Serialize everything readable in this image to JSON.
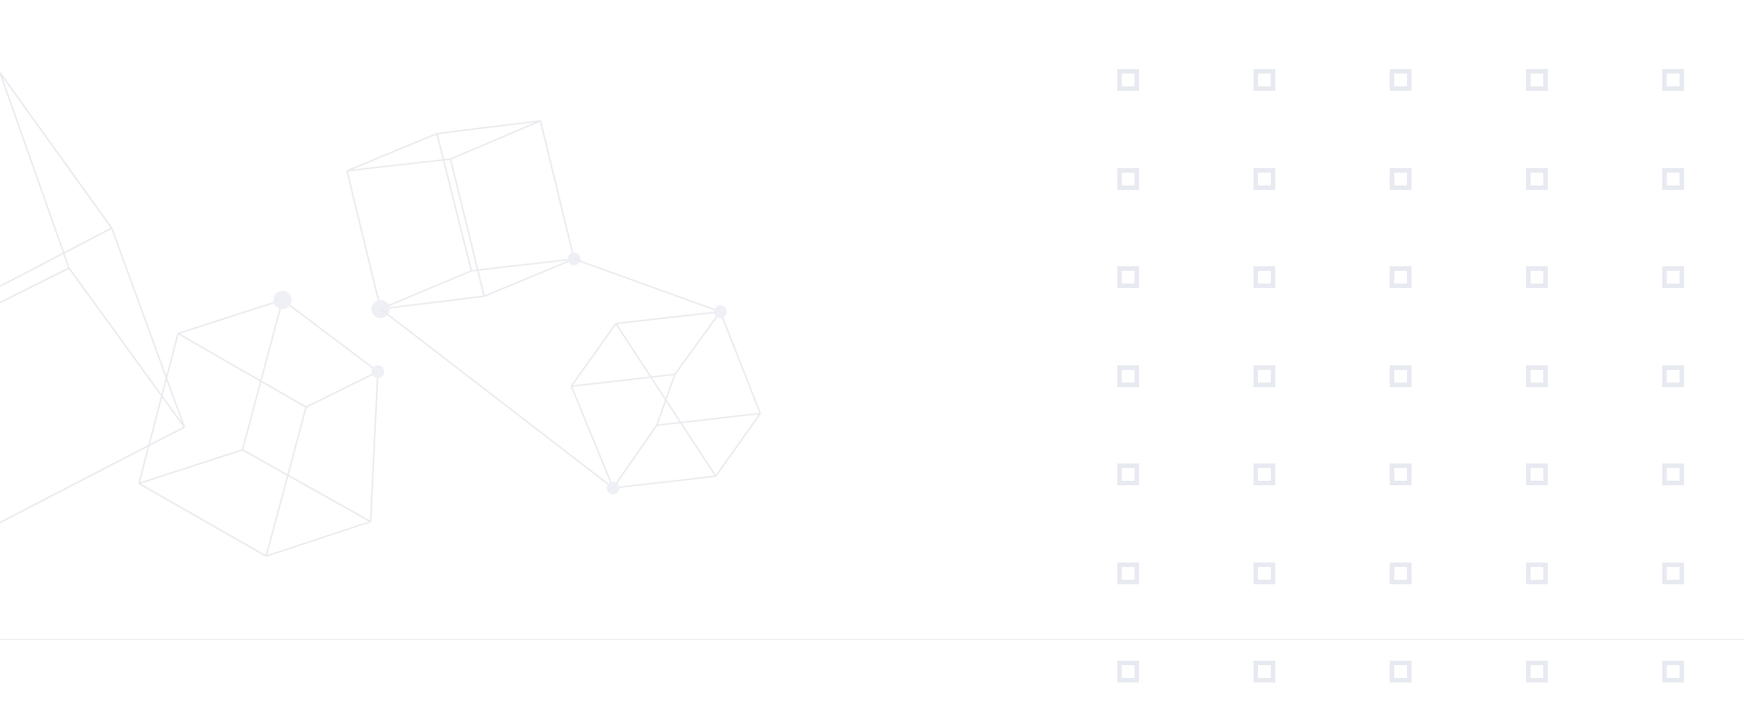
{
  "background_color": "#ffffff",
  "line_color": "#e9eaee",
  "node_color": "#eef0f5",
  "square_color": "#e8eaf1",
  "decoration": "wireframe-cubes",
  "square_grid": {
    "rows": 7,
    "columns": 5
  }
}
